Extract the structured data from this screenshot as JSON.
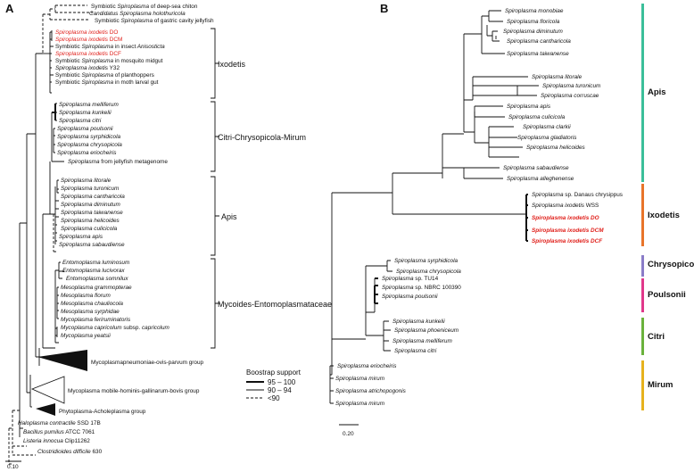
{
  "panel_a": {
    "label": "A",
    "tips": [
      {
        "text": "Symbiotic Spiroplasma of deep-sea chiton",
        "red": false
      },
      {
        "text": "Candidatus Spiroplasma holothuricola",
        "red": false
      },
      {
        "text": "Symbiotic Spiroplasma of gastric cavity jellyfish",
        "red": false
      },
      {
        "text": "Spiroplasma ixodetis DO",
        "red": true
      },
      {
        "text": "Spiroplasma ixodetis DCM",
        "red": true
      },
      {
        "text": "Symbiotic Spiroplasma in insect Anisosticta",
        "red": false
      },
      {
        "text": "Spiroplasma ixodetis DCF",
        "red": true
      },
      {
        "text": "Symbiotic Spiroplasma in mosquito midgut",
        "red": false
      },
      {
        "text": "Spiroplasma ixodetis Y32",
        "red": false
      },
      {
        "text": "Symbiotic Spiroplasma of planthoppers",
        "red": false
      },
      {
        "text": "Symbiotic Spiroplasma in moth larval gut",
        "red": false
      },
      {
        "text": "Spiroplasma melliferum",
        "red": false
      },
      {
        "text": "Spiroplasma kunkelii",
        "red": false
      },
      {
        "text": "Spiroplasma citri",
        "red": false
      },
      {
        "text": "Spiroplasma poulsonii",
        "red": false
      },
      {
        "text": "Spiroplasma syrphidicola",
        "red": false
      },
      {
        "text": "Spiroplasma chrysopicola",
        "red": false
      },
      {
        "text": "Spiroplasma eriocheiris",
        "red": false
      },
      {
        "text": "Spiroplasma from jellyfish metagenome",
        "red": false
      },
      {
        "text": "Spiroplasma litorale",
        "red": false
      },
      {
        "text": "Spiroplasma turonicum",
        "red": false
      },
      {
        "text": "Spiroplasma cantharicola",
        "red": false
      },
      {
        "text": "Spiroplasma diminutum",
        "red": false
      },
      {
        "text": "Spiroplasma taiwanense",
        "red": false
      },
      {
        "text": "Spiroplasma helicoides",
        "red": false
      },
      {
        "text": "Spiroplasma culicicola",
        "red": false
      },
      {
        "text": "Spiroplasma apis",
        "red": false
      },
      {
        "text": "Spiroplasma sabaudiense",
        "red": false
      },
      {
        "text": "Entomoplasma luminosum",
        "red": false
      },
      {
        "text": "Entomoplasma lucivorax",
        "red": false
      },
      {
        "text": "Entomoplasma somnilux",
        "red": false
      },
      {
        "text": "Mesoplasma grammopterae",
        "red": false
      },
      {
        "text": "Mesoplasma florum",
        "red": false
      },
      {
        "text": "Mesoplasma chauliocola",
        "red": false
      },
      {
        "text": "Mesoplasma syrphidae",
        "red": false
      },
      {
        "text": "Mycoplasma feriruminatoris",
        "red": false
      },
      {
        "text": "Mycoplasma capricolum subsp. capricolum",
        "red": false
      },
      {
        "text": "Mycoplasma yeatsii",
        "red": false
      }
    ],
    "groups": [
      {
        "text": "Mycoplasmapneumoniae-ovis-parvum group"
      },
      {
        "text": "Mycoplasma mobile-hominis-gallinarum-bovis group"
      },
      {
        "text": "Phytoplasma-Acholeplasma group"
      }
    ],
    "outgroups": [
      {
        "text": "Haloplasma contractile SSD 17B"
      },
      {
        "text": "Bacillus pumilus ATCC 7061"
      },
      {
        "text": "Listeria innocua Clip11262"
      },
      {
        "text": "Clostridioides difficile 630"
      }
    ],
    "clades": [
      {
        "text": "Ixodetis"
      },
      {
        "text": "Citri-Chrysopicola-Mirum"
      },
      {
        "text": "Apis"
      },
      {
        "text": "Mycoides-Entomoplasmataceae"
      }
    ],
    "legend": {
      "title": "Boostrap support",
      "items": [
        "95 – 100",
        "90 – 94",
        "<90"
      ]
    },
    "scale": "0.10"
  },
  "panel_b": {
    "label": "B",
    "tips": [
      {
        "text": "Spiroplasma monobiae",
        "red": false
      },
      {
        "text": "Spiroplasma floricola",
        "red": false
      },
      {
        "text": "Spiroplasma diminutum",
        "red": false
      },
      {
        "text": "Spiroplasma cantharicola",
        "red": false
      },
      {
        "text": "Spiroplasma taiwanense",
        "red": false
      },
      {
        "text": "Spiroplasma litorale",
        "red": false
      },
      {
        "text": "Spiroplasma turonicum",
        "red": false
      },
      {
        "text": "Spiroplasma corruscae",
        "red": false
      },
      {
        "text": "Spiroplasma apis",
        "red": false
      },
      {
        "text": "Spiroplasma culicicola",
        "red": false
      },
      {
        "text": "Spiroplasma clarkii",
        "red": false
      },
      {
        "text": "Spiroplasma gladiatoris",
        "red": false
      },
      {
        "text": "Spiroplasma helicoides",
        "red": false
      },
      {
        "text": "Spiroplasma sabaudiense",
        "red": false
      },
      {
        "text": "Spiroplasma alleghenense",
        "red": false
      },
      {
        "text": "Spiroplasma sp. Danaus chrysippus",
        "red": false
      },
      {
        "text": "Spiroplasma ixodetis WSS",
        "red": false
      },
      {
        "text": "Spiroplasma ixodetis DO",
        "red": true
      },
      {
        "text": "Spiroplasma ixodetis DCM",
        "red": true
      },
      {
        "text": "Spiroplasma ixodetis  DCF",
        "red": true
      },
      {
        "text": "Spiroplasma syrphidicola",
        "red": false
      },
      {
        "text": "Spiroplasma chrysopicola",
        "red": false
      },
      {
        "text": "Spiroplasma sp. TU14",
        "red": false
      },
      {
        "text": "Spiroplasma sp. NBRC 100390",
        "red": false
      },
      {
        "text": "Spiroplasma poulsonii",
        "red": false
      },
      {
        "text": "Spiroplasma kunkelii",
        "red": false
      },
      {
        "text": "Spiroplasma phoeniceum",
        "red": false
      },
      {
        "text": "Spiroplasma melliferum",
        "red": false
      },
      {
        "text": "Spiroplasma citri",
        "red": false
      },
      {
        "text": "Spiroplasma eriocheiris",
        "red": false
      },
      {
        "text": "Spiroplasma mirum",
        "red": false
      },
      {
        "text": "Spiroplasma atrichopogonis",
        "red": false
      },
      {
        "text": "Spiroplasma mirum",
        "red": false
      }
    ],
    "clades": [
      {
        "text": "Apis",
        "color": "#3bbf9a"
      },
      {
        "text": "Ixodetis",
        "color": "#e8742a"
      },
      {
        "text": "Chrysopicola",
        "color": "#8a7cc8"
      },
      {
        "text": "Poulsonii",
        "color": "#e0388a"
      },
      {
        "text": "Citri",
        "color": "#6ab23c"
      },
      {
        "text": "Mirum",
        "color": "#e6b21d"
      }
    ],
    "scale": "0.20"
  },
  "colors": {
    "highlight": "#e0201b",
    "line": "#111111"
  }
}
